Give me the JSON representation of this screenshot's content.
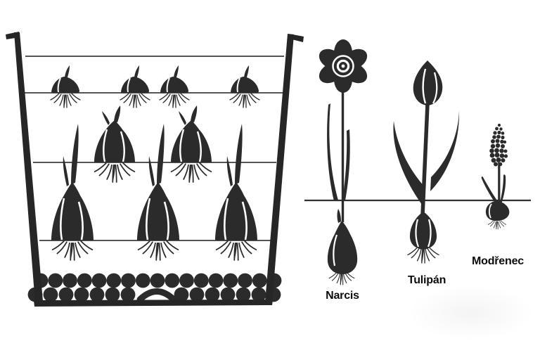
{
  "figure": {
    "background": "#ffffff",
    "ink_color": "#2b2b2b",
    "guide_line_color": "#3a3a3a",
    "label_color": "#0c0c0c"
  },
  "pot": {
    "soil_lines": 4,
    "layers": [
      {
        "name": "top-layer",
        "bulb_count": 4,
        "bulb_size": "small"
      },
      {
        "name": "middle-layer",
        "bulb_count": 2,
        "bulb_size": "medium"
      },
      {
        "name": "bottom-layer",
        "bulb_count": 3,
        "bulb_size": "large"
      }
    ],
    "drainage": {
      "pebble_rows": 2,
      "pebbles_top_row": 17,
      "pebbles_bottom_row": 14,
      "has_shard_arch": true
    }
  },
  "plants": [
    {
      "id": "narcis",
      "label": "Narcis",
      "icon": "narcissus-flower-with-bulb"
    },
    {
      "id": "tulipan",
      "label": "Tulipán",
      "icon": "tulip-flower-with-bulb"
    },
    {
      "id": "modrenec",
      "label": "Modřenec",
      "icon": "grape-hyacinth-with-bulb"
    }
  ]
}
